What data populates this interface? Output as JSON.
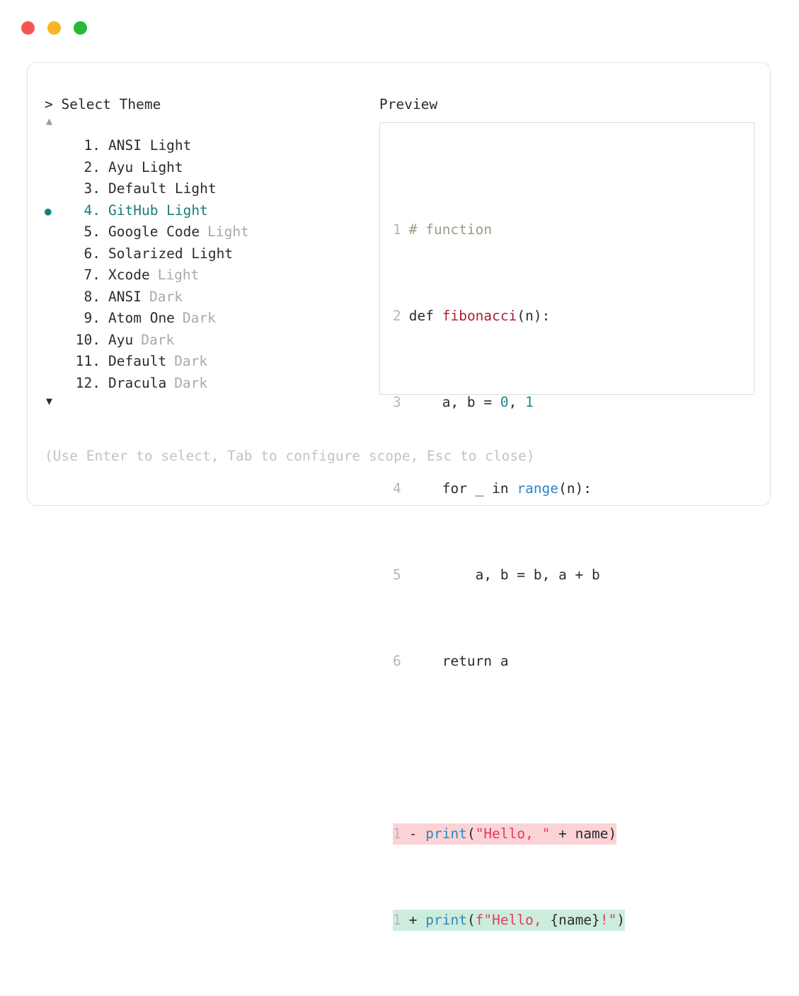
{
  "window": {
    "dots": [
      {
        "name": "close-dot",
        "color": "#f6564f"
      },
      {
        "name": "minimize-dot",
        "color": "#f7b424"
      },
      {
        "name": "maximize-dot",
        "color": "#24ba37"
      }
    ]
  },
  "left": {
    "header": "> Select Theme",
    "scroll_up": "▲",
    "scroll_down": "▼",
    "bullet": "●",
    "themes": [
      {
        "index": " 1.",
        "name": "ANSI Light",
        "mode": "",
        "selected": false
      },
      {
        "index": " 2.",
        "name": "Ayu Light",
        "mode": "",
        "selected": false
      },
      {
        "index": " 3.",
        "name": "Default Light",
        "mode": "",
        "selected": false
      },
      {
        "index": " 4.",
        "name": "GitHub Light",
        "mode": "",
        "selected": true
      },
      {
        "index": " 5.",
        "name": "Google Code",
        "mode": "Light",
        "selected": false
      },
      {
        "index": " 6.",
        "name": "Solarized Light",
        "mode": "",
        "selected": false
      },
      {
        "index": " 7.",
        "name": "Xcode",
        "mode": "Light",
        "selected": false
      },
      {
        "index": " 8.",
        "name": "ANSI",
        "mode": "Dark",
        "selected": false
      },
      {
        "index": " 9.",
        "name": "Atom One",
        "mode": "Dark",
        "selected": false
      },
      {
        "index": "10.",
        "name": "Ayu",
        "mode": "Dark",
        "selected": false
      },
      {
        "index": "11.",
        "name": "Default",
        "mode": "Dark",
        "selected": false
      },
      {
        "index": "12.",
        "name": "Dracula",
        "mode": "Dark",
        "selected": false
      }
    ],
    "hint": "(Use Enter to select, Tab to configure scope, Esc to close)"
  },
  "right": {
    "header": "Preview",
    "code": {
      "line1": {
        "num": "1",
        "comment": "# function"
      },
      "line2": {
        "num": "2",
        "kw": "def ",
        "fn": "fibonacci",
        "tail": "(n):"
      },
      "line3": {
        "num": "3",
        "pre": "    a, b = ",
        "n1": "0",
        "mid": ", ",
        "n2": "1"
      },
      "line4": {
        "num": "4",
        "pre": "    for _ in ",
        "fn": "range",
        "tail": "(n):"
      },
      "line5": {
        "num": "5",
        "text": "        a, b = b, a + b"
      },
      "line6": {
        "num": "6",
        "text": "    return a"
      }
    },
    "diff": {
      "removed": {
        "num": "1",
        "mark": "- ",
        "fn": "print",
        "p1": "(",
        "s1": "\"Hello, \"",
        "mid": " + name",
        "p2": ")"
      },
      "added": {
        "num": "1",
        "mark": "+ ",
        "fn": "print",
        "p1": "(",
        "s1": "f\"Hello, ",
        "brace": "{name}",
        "bang": "!",
        "s2": "\"",
        "p2": ")"
      }
    }
  },
  "colors": {
    "accent_teal": "#15807b",
    "text": "#2b2b30",
    "dim": "#a9a9a9",
    "hint": "#c3c3c3",
    "border": "#e3e3e3",
    "preview_border": "#dcdcdc",
    "diff_removed_bg": "#fbd3d5",
    "diff_added_bg": "#cdeddc",
    "token_function": "#ab2030",
    "token_number": "#1b8a85",
    "token_builtin": "#2f86c4",
    "token_string": "#e33b63",
    "token_comment": "#9b9b86"
  }
}
